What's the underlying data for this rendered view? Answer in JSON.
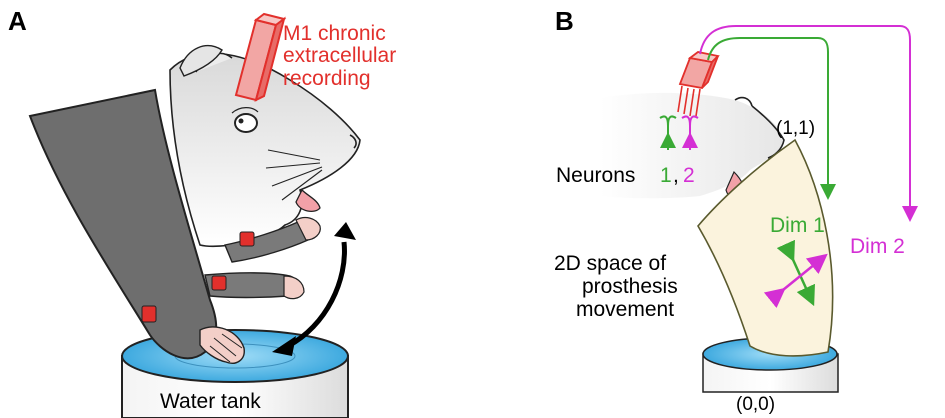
{
  "panel_a": {
    "letter": "A",
    "electrode_label": [
      "M1 chronic",
      "extracellular",
      "recording"
    ],
    "water_tank_label": "Water tank"
  },
  "panel_b": {
    "letter": "B",
    "neurons_label": "Neurons",
    "neuron_1": "1",
    "comma": ",",
    "neuron_2": "2",
    "corner_top": "(1,1)",
    "corner_bottom": "(0,0)",
    "dim1_label": "Dim 1",
    "dim2_label": "Dim 2",
    "space_label": [
      "2D space of",
      "prosthesis",
      "movement"
    ]
  },
  "colors": {
    "red": "#e2302c",
    "green": "#3aaa35",
    "magenta": "#d42fd4",
    "arm_gray": "#6e6e6e",
    "water_blue": "#49b4e6",
    "plane_fill": "#fbf3dd"
  }
}
